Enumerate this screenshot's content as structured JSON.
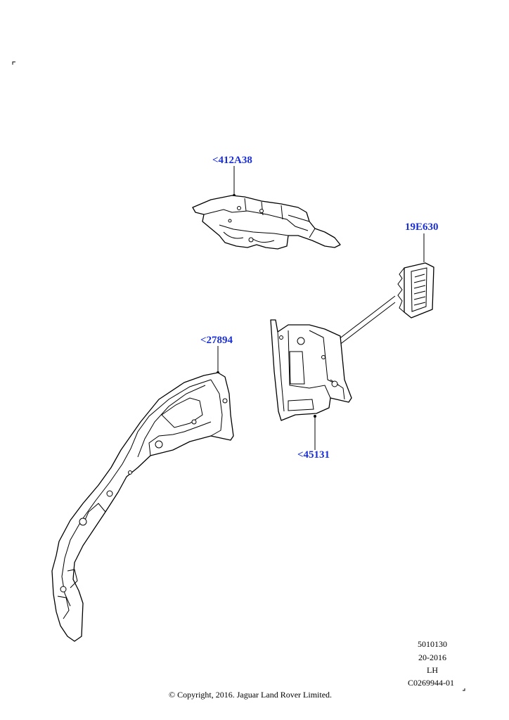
{
  "callouts": {
    "part_412A38": "<412A38",
    "part_19E630": "19E630",
    "part_27894": "<27894",
    "part_45131": "<45131"
  },
  "meta": {
    "illustration_number": "5010130",
    "date_code": "20-2016",
    "side": "LH",
    "drawing_id": "C0269944-01"
  },
  "copyright": "© Copyright, 2016. Jaguar Land Rover Limited.",
  "colors": {
    "callout": "#1a2fd6",
    "line": "#000000",
    "background": "#ffffff"
  }
}
